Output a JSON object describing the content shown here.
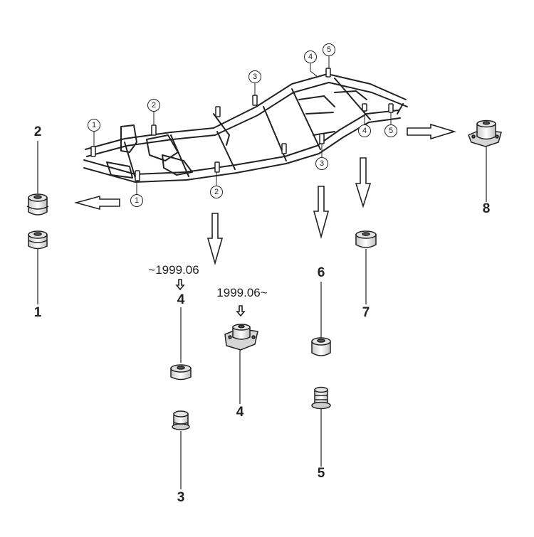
{
  "title": "",
  "frame_callouts": {
    "front_left": "1",
    "front_right": "1",
    "second_left": "2",
    "second_right": "2",
    "third_left": "3",
    "third_right": "3",
    "rear_left": "4",
    "rear_right": "4",
    "tail_left": "5",
    "tail_right": "5"
  },
  "parts": {
    "p1": "1",
    "p2": "2",
    "p3": "3",
    "p4_early": "4",
    "p4_late": "4",
    "p5": "5",
    "p6": "6",
    "p7": "7",
    "p8": "8"
  },
  "notes": {
    "early": "~1999.06",
    "late": "1999.06~"
  }
}
